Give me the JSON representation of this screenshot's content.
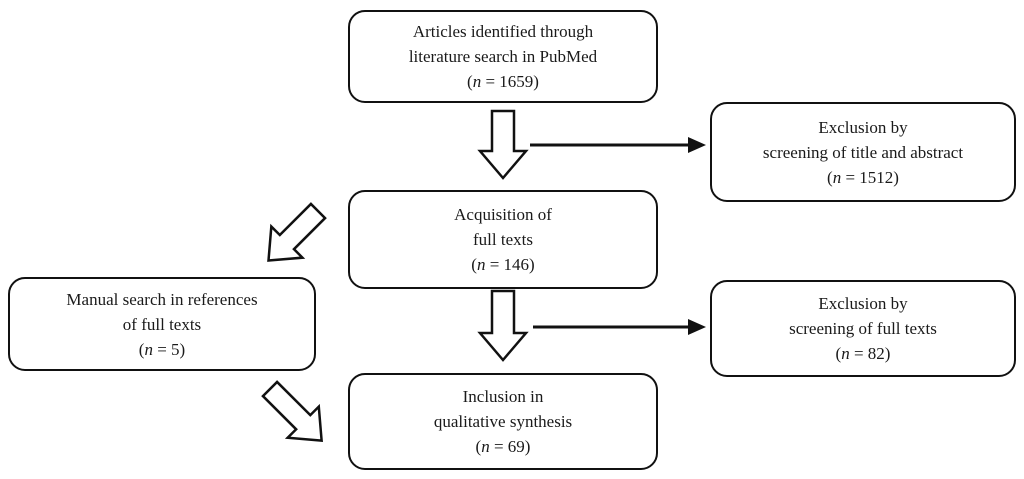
{
  "figure": {
    "type": "flow-diagram",
    "description": "Literature screening flow chart",
    "colors": {
      "border": "#111111",
      "background": "#ffffff",
      "text": "#1a1a1a"
    },
    "count_format": {
      "open": "(",
      "var": "n",
      "mid": " = ",
      "close": ")"
    },
    "boxes": {
      "identified": {
        "line1": "Articles identified through",
        "line2": "literature search in PubMed",
        "count": "1659"
      },
      "exclusion_title_abstract": {
        "line1": "Exclusion by",
        "line2": "screening of title and abstract",
        "count": "1512"
      },
      "acquisition": {
        "line1": "Acquisition of",
        "line2": "full texts",
        "count": "146"
      },
      "manual_search": {
        "line1": "Manual search in references",
        "line2": "of full texts",
        "count": "5"
      },
      "exclusion_full_texts": {
        "line1": "Exclusion by",
        "line2": "screening of full texts",
        "count": "82"
      },
      "inclusion": {
        "line1": "Inclusion in",
        "line2": "qualitative synthesis",
        "count": "69"
      }
    }
  }
}
